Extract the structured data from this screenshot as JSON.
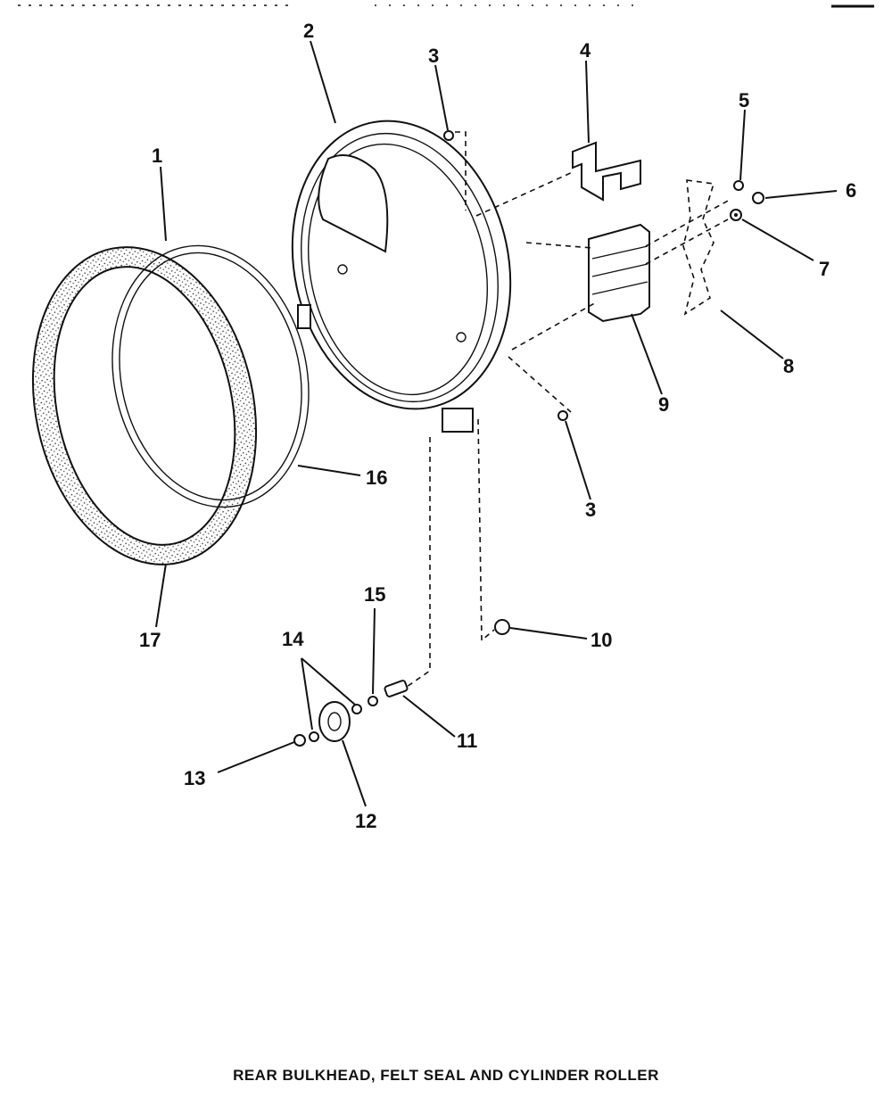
{
  "diagram": {
    "caption": "REAR BULKHEAD, FELT SEAL AND CYLINDER ROLLER",
    "callouts": [
      "1",
      "2",
      "3",
      "4",
      "5",
      "6",
      "7",
      "8",
      "9",
      "3",
      "10",
      "11",
      "12",
      "13",
      "14",
      "15",
      "16",
      "17"
    ]
  }
}
